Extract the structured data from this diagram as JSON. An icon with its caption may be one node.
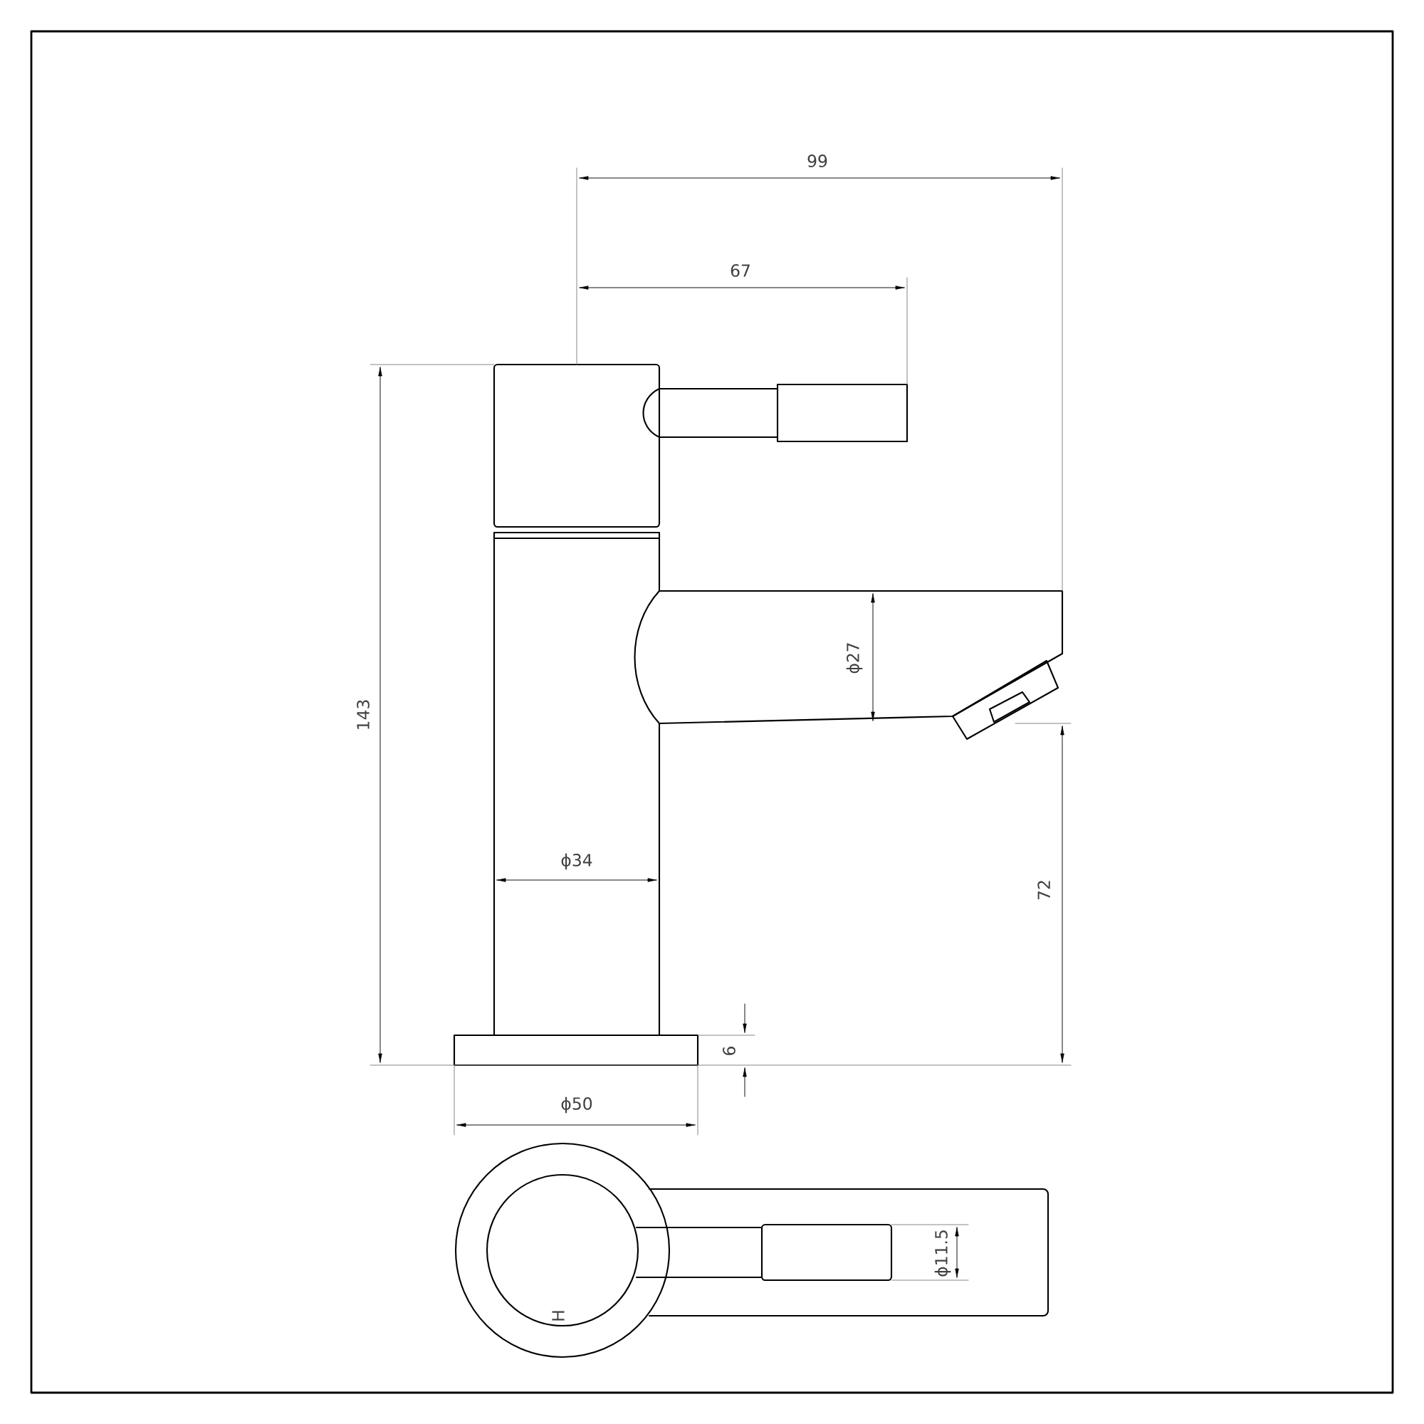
{
  "diagram": {
    "labels": [
      "99",
      "67",
      "143",
      "ϕ27",
      "ϕ34",
      "72",
      "6",
      "ϕ50",
      "ϕ11.5",
      "H"
    ]
  }
}
